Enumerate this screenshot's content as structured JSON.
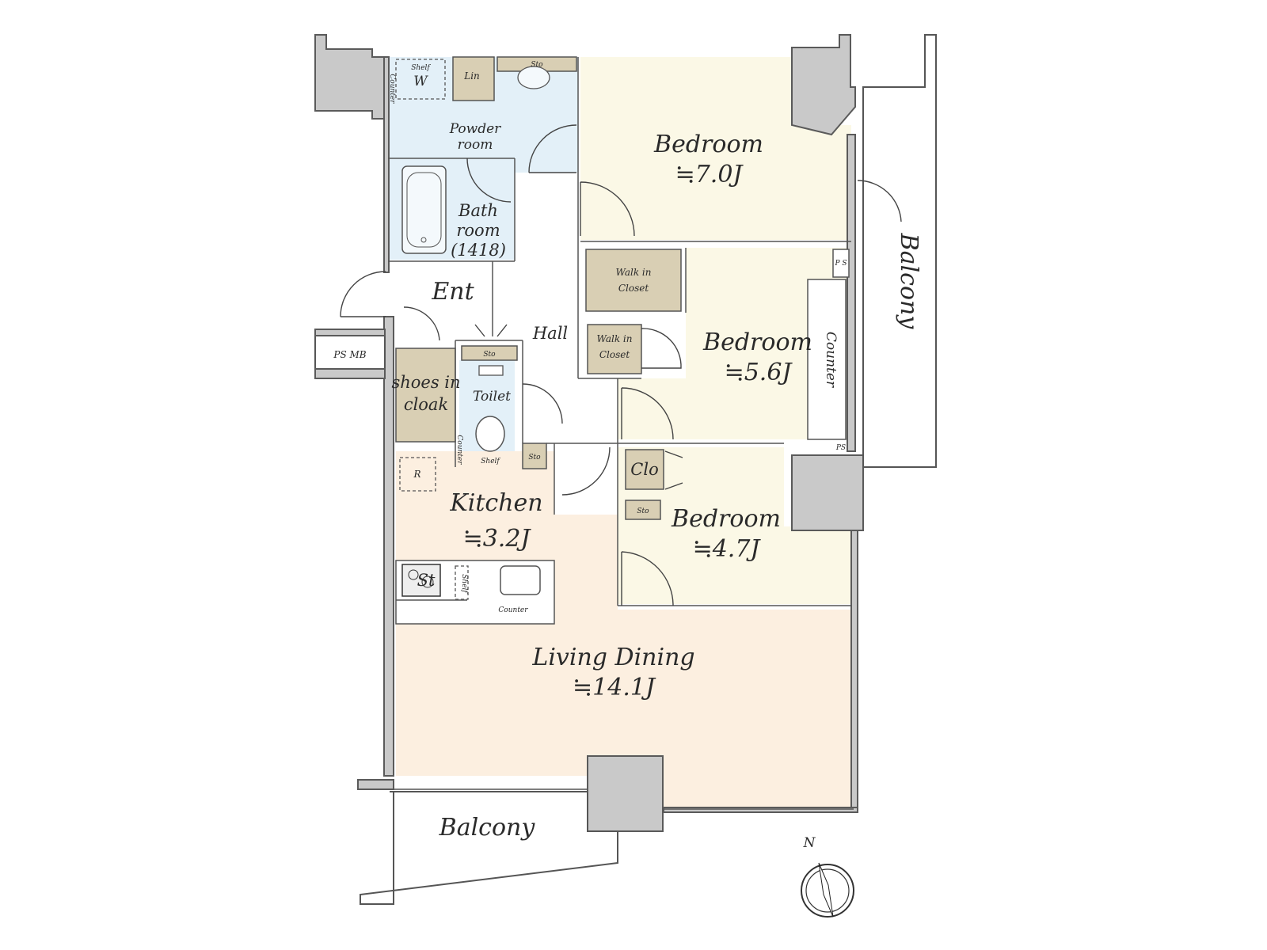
{
  "floorplan": {
    "rooms": {
      "bedroom1": {
        "name": "Bedroom",
        "size": "≒7.0J"
      },
      "bedroom2": {
        "name": "Bedroom",
        "size": "≒5.6J"
      },
      "bedroom3": {
        "name": "Bedroom",
        "size": "≒4.7J"
      },
      "kitchen": {
        "name": "Kitchen",
        "size": "≒3.2J"
      },
      "living": {
        "name": "Living Dining",
        "size": "≒14.1J"
      },
      "powder": {
        "line1": "Powder",
        "line2": "room"
      },
      "bath": {
        "line1": "Bath",
        "line2": "room",
        "line3": "(1418)"
      },
      "ent": "Ent",
      "hall": "Hall",
      "toilet": "Toilet",
      "shoes": {
        "line1": "shoes in",
        "line2": "cloak"
      },
      "wic1": {
        "line1": "Walk in",
        "line2": "Closet"
      },
      "wic2": {
        "line1": "Walk in",
        "line2": "Closet"
      },
      "balcony_bottom": "Balcony",
      "balcony_right": "Balcony"
    },
    "labels": {
      "shelf_w": "Shelf",
      "w": "W",
      "lin": "Lin",
      "sto_top": "Sto",
      "counter_left": "Counter",
      "ps_mb": "PS  MB",
      "sto_toilet": "Sto",
      "counter_toilet": "Counter",
      "shelf_toilet": "Shelf",
      "sto_small": "Sto",
      "r": "R",
      "clo": "Clo",
      "sto_clo": "Sto",
      "counter_bed": "Counter",
      "ps_right1": "P S",
      "ps_right2": "PS",
      "kitchen_counter": "Counter",
      "kitchen_shelf": "Shelf",
      "stove": "St",
      "compass_n": "N"
    },
    "colors": {
      "wet_area": "#e3f0f8",
      "bedroom": "#fbf8e6",
      "living": "#fcefe0",
      "closet": "#d9cfb4",
      "wall": "#c9c9c9"
    }
  }
}
